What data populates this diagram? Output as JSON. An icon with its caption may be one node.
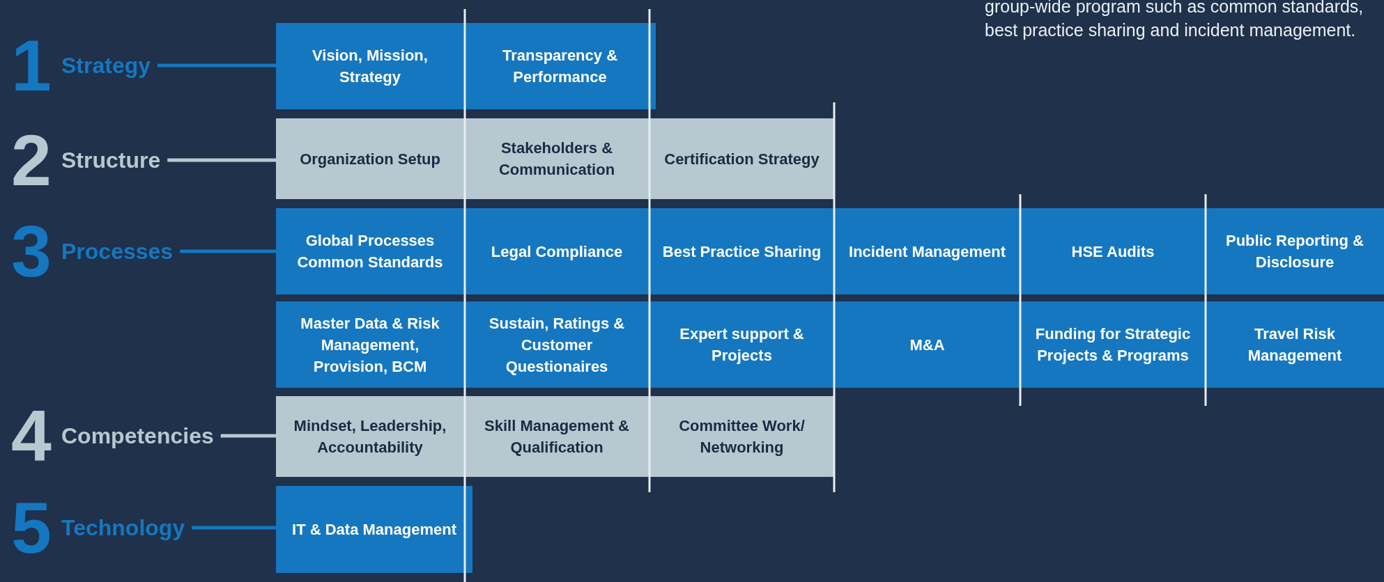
{
  "diagram": {
    "nodes": [
      {
        "text": [
          "1",
          "Strategy"
        ]
      },
      {
        "text": [
          "Vision, Mission, Strategy"
        ]
      },
      {
        "text": [
          "Transparency & Performance"
        ]
      },
      {
        "text": [
          "2",
          "Structure"
        ]
      },
      {
        "text": [
          "Organization Setup"
        ]
      },
      {
        "text": [
          "Stakeholders & Communication"
        ]
      },
      {
        "text": [
          "Certification Strategy"
        ]
      },
      {
        "text": [
          "3",
          "Processes"
        ]
      },
      {
        "text": [
          "Global Processes Common Standards"
        ]
      },
      {
        "text": [
          "Legal Compliance"
        ]
      },
      {
        "text": [
          "Best Practice Sharing"
        ]
      },
      {
        "text": [
          "Incident Management"
        ]
      },
      {
        "text": [
          "HSE Audits"
        ]
      },
      {
        "text": [
          "Public Reporting & Disclosure"
        ]
      },
      {
        "text": [
          "Master Data & Risk Management, Provision, BCM"
        ]
      },
      {
        "text": [
          "Sustain, Ratings & Customer Questionaires"
        ]
      },
      {
        "text": [
          "Expert support & Projects"
        ]
      },
      {
        "text": [
          "M&A"
        ]
      },
      {
        "text": [
          "Funding for Strategic Projects & Programs"
        ]
      },
      {
        "text": [
          "Travel Risk Management"
        ]
      },
      {
        "text": [
          "4",
          "Competencies"
        ]
      },
      {
        "text": [
          "Mindset, Leadership, Accountability"
        ]
      },
      {
        "text": [
          "Skill Management & Qualification"
        ]
      },
      {
        "text": [
          "Committee Work/ Networking"
        ]
      },
      {
        "text": [
          "5",
          "Technology"
        ]
      },
      {
        "text": [
          "IT & Data Management"
        ]
      }
    ],
    "edges": [
      {
        "from": 0,
        "to": 1,
        "arrow": "none"
      },
      {
        "from": 3,
        "to": 4,
        "arrow": "none",
        "color": "#b8c8d0"
      },
      {
        "from": 7,
        "to": 8,
        "arrow": "none"
      },
      {
        "from": 20,
        "to": 21,
        "arrow": "none",
        "color": "#b8c8d0"
      },
      {
        "from": 24,
        "to": 25,
        "arrow": "none"
      }
    ],
    "labels": [
      "group-wide program such as common standards, best practice sharing and incident management."
    ]
  }
}
